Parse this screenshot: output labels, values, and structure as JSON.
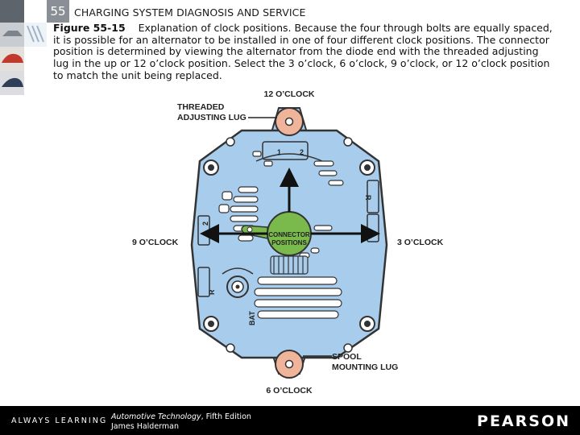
{
  "header": {
    "chapter_number": "55",
    "chapter_title": "CHARGING SYSTEM DIAGNOSIS AND SERVICE"
  },
  "caption": {
    "figure_label": "Figure 55-15",
    "text": "Explanation of clock positions. Because the four through bolts are equally spaced, it is possible for an alternator to be installed in one of four different clock positions. The connector position is determined by viewing the alternator from the diode end with the threaded adjusting lug in the up or 12 o’clock position. Select the 3 o’clock, 6 o’clock, 9 o’clock, or 12 o’clock position to match the unit being replaced."
  },
  "diagram": {
    "labels": {
      "twelve": "12 O’CLOCK",
      "three": "3 O’CLOCK",
      "six": "6 O’CLOCK",
      "nine": "9 O’CLOCK",
      "threaded_line1": "THREADED",
      "threaded_line2": "ADJUSTING LUG",
      "spool_line1": "SPOOL",
      "spool_line2": "MOUNTING LUG",
      "connector_line1": "CONNECTOR",
      "connector_line2": "POSITIONS",
      "bat": "BAT",
      "r": "R",
      "terminal_1": "1",
      "terminal_2": "2"
    },
    "colors": {
      "body": "#a8cdec",
      "lug": "#f0b49a",
      "connector": "#7ab94c",
      "outline": "#333333"
    }
  },
  "footer": {
    "always_learning": "ALWAYS LEARNING",
    "book_title": "Automotive Technology",
    "book_edition": ", Fifth Edition",
    "author": "James Halderman",
    "publisher": "PEARSON"
  }
}
